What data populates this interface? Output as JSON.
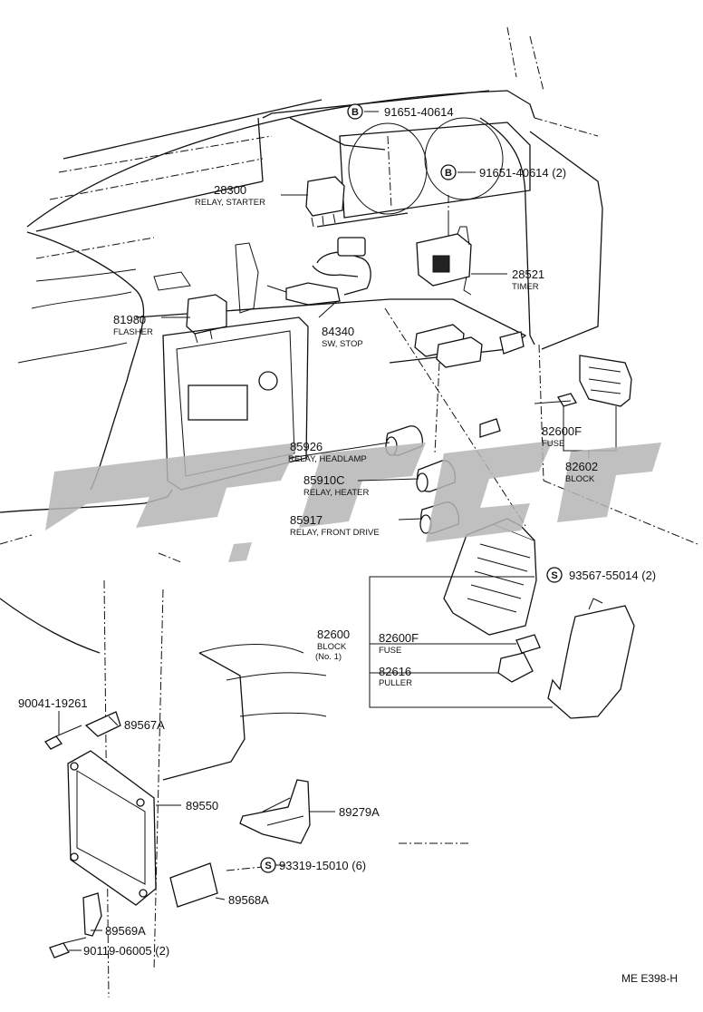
{
  "callouts": [
    {
      "pn": "91651-40614",
      "sym": "B"
    },
    {
      "pn": "91651-40614 (2)",
      "sym": "B"
    },
    {
      "pn": "28300",
      "desc": "RELAY, STARTER"
    },
    {
      "pn": "28521",
      "desc": "TIMER"
    },
    {
      "pn": "81980",
      "desc": "FLASHER"
    },
    {
      "pn": "84340",
      "desc": "SW, STOP"
    },
    {
      "pn": "82600F",
      "desc": "FUSE"
    },
    {
      "pn": "82602",
      "desc": "BLOCK"
    },
    {
      "pn": "85926",
      "desc": "RELAY, HEADLAMP"
    },
    {
      "pn": "85910C",
      "desc": "RELAY, HEATER"
    },
    {
      "pn": "85917",
      "desc": "RELAY, FRONT DRIVE"
    },
    {
      "pn": "93567-55014 (2)",
      "sym": "S"
    },
    {
      "pn": "82600",
      "desc": "BLOCK",
      "desc2": "(No. 1)"
    },
    {
      "pn": "82600F",
      "desc": "FUSE"
    },
    {
      "pn": "82616",
      "desc": "PULLER"
    },
    {
      "pn": "90041-19261"
    },
    {
      "pn": "89567A"
    },
    {
      "pn": "89550"
    },
    {
      "pn": "89279A"
    },
    {
      "pn": "93319-15010 (6)",
      "sym": "S"
    },
    {
      "pn": "89568A"
    },
    {
      "pn": "89569A"
    },
    {
      "pn": "90119-06005 (2)"
    }
  ],
  "diagram_code": "ME E398-H"
}
